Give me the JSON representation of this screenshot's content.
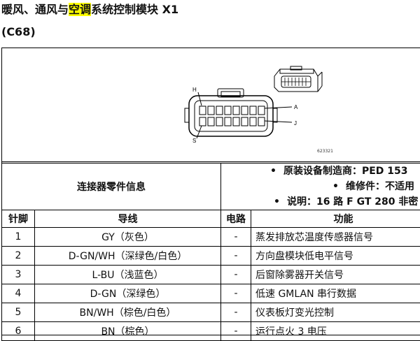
{
  "title": {
    "before": "暖风、通风与",
    "highlight": "空调",
    "after": "系统控制模块 X1"
  },
  "subtitle": "(C68)",
  "figure": {
    "pin_labels": {
      "H": "H",
      "A": "A",
      "J": "J",
      "S": "S"
    },
    "code": "623321"
  },
  "info_table": {
    "left_header": "连接器零件信息",
    "right_items": [
      "原装设备制造商：PED 153",
      "维修件：不适用",
      "说明：16 路 F GT 280 非密"
    ]
  },
  "columns": {
    "pin": "针脚",
    "wire": "导线",
    "circuit": "电路",
    "function": "功能"
  },
  "rows": [
    {
      "pin": "1",
      "wire": "GY（灰色）",
      "circuit": "-",
      "function": "蒸发排放芯温度传感器信号"
    },
    {
      "pin": "2",
      "wire": "D-GN/WH（深绿色/白色）",
      "circuit": "-",
      "function": "方向盘模块低电平信号"
    },
    {
      "pin": "3",
      "wire": "L-BU（浅蓝色）",
      "circuit": "-",
      "function": "后窗除雾器开关信号"
    },
    {
      "pin": "4",
      "wire": "D-GN（深绿色）",
      "circuit": "-",
      "function": "低速 GMLAN 串行数据"
    },
    {
      "pin": "5",
      "wire": "BN/WH（棕色/白色）",
      "circuit": "-",
      "function": "仪表板灯变光控制"
    },
    {
      "pin": "6",
      "wire": "BN（棕色）",
      "circuit": "-",
      "function": "运行点火 3 电压"
    }
  ]
}
